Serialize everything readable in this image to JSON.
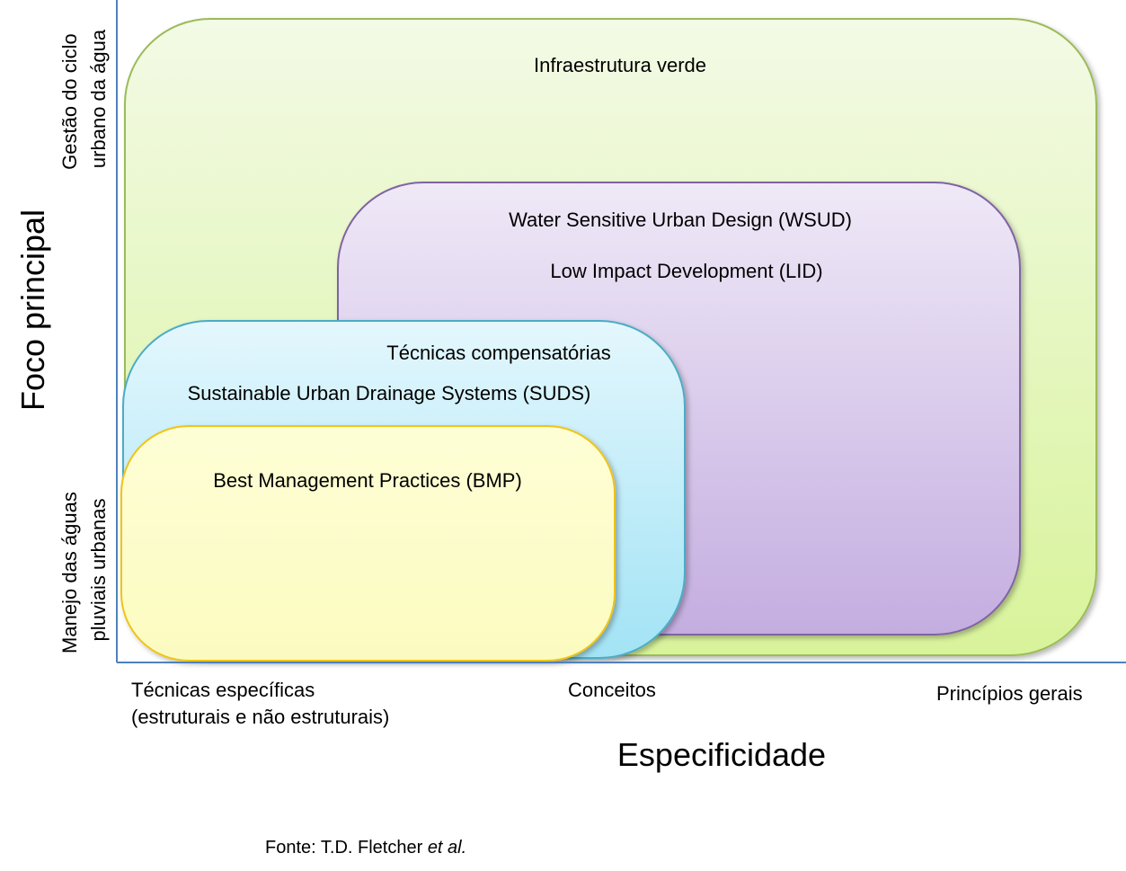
{
  "diagram": {
    "boxes": [
      {
        "id": "green",
        "labels": [
          "Infraestrutura verde"
        ],
        "stroke": "#9bbb59",
        "fill_top": "#f3fae6",
        "fill_bottom": "#d8f39a"
      },
      {
        "id": "purple",
        "labels": [
          "Water Sensitive Urban Design (WSUD)",
          "Low Impact Development (LID)"
        ],
        "stroke": "#8064a2",
        "fill_top": "#efe9f7",
        "fill_bottom": "#c4ade0"
      },
      {
        "id": "blue",
        "labels": [
          "Técnicas compensatórias",
          "Sustainable Urban Drainage Systems (SUDS)"
        ],
        "stroke": "#4bacc6",
        "fill_top": "#e4f7fd",
        "fill_bottom": "#a2e3f5"
      },
      {
        "id": "yellow",
        "labels": [
          "Best Management Practices (BMP)"
        ],
        "stroke": "#f0c419",
        "fill_top": "#fefed6",
        "fill_bottom": "#fbfbc0"
      }
    ],
    "axis_color": "#4f81bd",
    "y_axis": {
      "title": "Foco principal",
      "top_label": [
        "Gestão do ciclo",
        "urbano da água"
      ],
      "bottom_label": [
        "Manejo das águas",
        "pluviais urbanas"
      ]
    },
    "x_axis": {
      "title": "Especificidade",
      "ticks": [
        [
          "Técnicas específicas",
          "(estruturais e não estruturais)"
        ],
        [
          "Conceitos"
        ],
        [
          "Princípios gerais"
        ]
      ]
    },
    "source": {
      "prefix": "Fonte:  T.D. Fletcher ",
      "italic": "et al."
    }
  }
}
